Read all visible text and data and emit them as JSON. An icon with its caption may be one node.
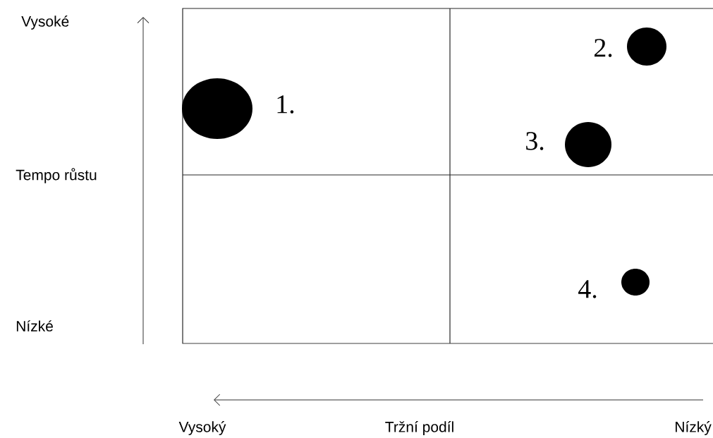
{
  "diagram": {
    "nodes": [
      {
        "text": [],
        "shape": "circle",
        "beside": [
          "1."
        ]
      },
      {
        "text": [],
        "shape": "circle",
        "beside": [
          "2."
        ]
      },
      {
        "text": [],
        "shape": "circle",
        "beside": [
          "3."
        ]
      },
      {
        "text": [],
        "shape": "circle",
        "beside": [
          "4."
        ]
      }
    ],
    "labels": [
      "Vysoké",
      "Tempo růstu",
      "Nízké",
      "Vysoký",
      "Tržní podíl",
      "Nízký"
    ]
  }
}
